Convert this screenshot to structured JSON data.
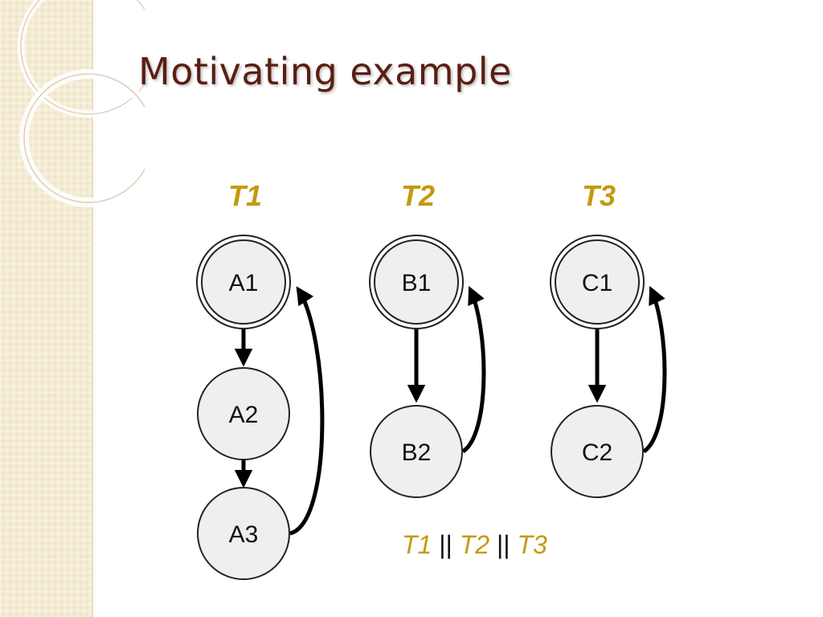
{
  "slide": {
    "title": "Motivating example"
  },
  "colors": {
    "title": "#5a1e12",
    "thread_label": "#c49a12",
    "node_fill": "#efefef",
    "edge": "#000000"
  },
  "diagram": {
    "threads": [
      {
        "label": "T1",
        "nodes": [
          "A1",
          "A2",
          "A3"
        ]
      },
      {
        "label": "T2",
        "nodes": [
          "B1",
          "B2"
        ]
      },
      {
        "label": "T3",
        "nodes": [
          "C1",
          "C2"
        ]
      }
    ],
    "parallel_expression": {
      "terms": [
        "T1",
        "T2",
        "T3"
      ],
      "operator": "||"
    }
  }
}
